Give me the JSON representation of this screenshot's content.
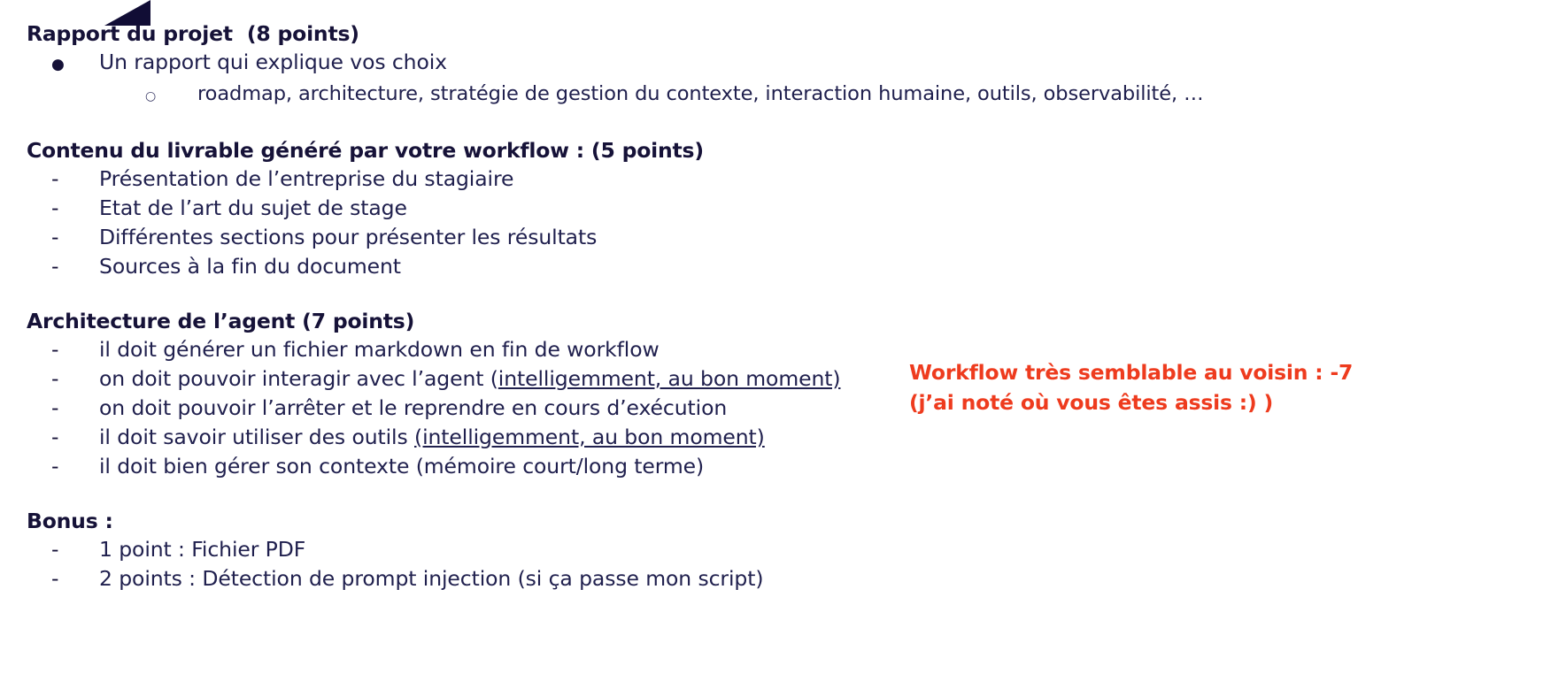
{
  "slide": {
    "decoration": {
      "shape": "triangle",
      "color": "#110d35"
    },
    "text_color": "#161238",
    "accent_color": "#ee3b1e",
    "background": "#ffffff"
  },
  "sections": [
    {
      "heading": "Rapport du projet  (8 points)",
      "items": [
        {
          "marker": "●",
          "level": 1,
          "text": "Un rapport qui explique vos choix"
        },
        {
          "marker": "○",
          "level": 2,
          "text": "roadmap, architecture, stratégie de gestion du contexte, interaction humaine, outils, observabilité, …"
        }
      ]
    },
    {
      "heading": "Contenu du livrable généré par votre workflow : (5 points)",
      "items": [
        {
          "marker": "-",
          "level": 1,
          "text": "Présentation de l’entreprise du stagiaire"
        },
        {
          "marker": "-",
          "level": 1,
          "text": "Etat de l’art du sujet de stage"
        },
        {
          "marker": "-",
          "level": 1,
          "text": "Différentes sections pour présenter les résultats"
        },
        {
          "marker": "-",
          "level": 1,
          "text": "Sources à la fin du document"
        }
      ]
    },
    {
      "heading": "Architecture de l’agent (7 points)",
      "items": [
        {
          "marker": "-",
          "level": 1,
          "text": "il doit générer un fichier markdown en fin de workflow"
        },
        {
          "marker": "-",
          "level": 1,
          "text": "on doit pouvoir interagir avec l’agent (",
          "underlined": "intelligemment, au bon moment)",
          "text_after": ""
        },
        {
          "marker": "-",
          "level": 1,
          "text": "on doit pouvoir l’arrêter et le reprendre en cours d’exécution"
        },
        {
          "marker": "-",
          "level": 1,
          "text": "il doit savoir utiliser des outils ",
          "underlined": "(intelligemment, au bon moment)",
          "text_after": ""
        },
        {
          "marker": "-",
          "level": 1,
          "text": "il doit bien gérer son contexte (mémoire court/long terme)"
        }
      ]
    },
    {
      "heading": "Bonus :",
      "items": [
        {
          "marker": "-",
          "level": 1,
          "text": "1 point : Fichier PDF"
        },
        {
          "marker": "-",
          "level": 1,
          "text": "2 points : Détection de prompt injection (si ça passe mon script)"
        }
      ]
    }
  ],
  "annotation": {
    "line1": "Workflow très semblable au voisin : -7",
    "line2": "(j’ai noté où vous êtes assis :) )"
  }
}
